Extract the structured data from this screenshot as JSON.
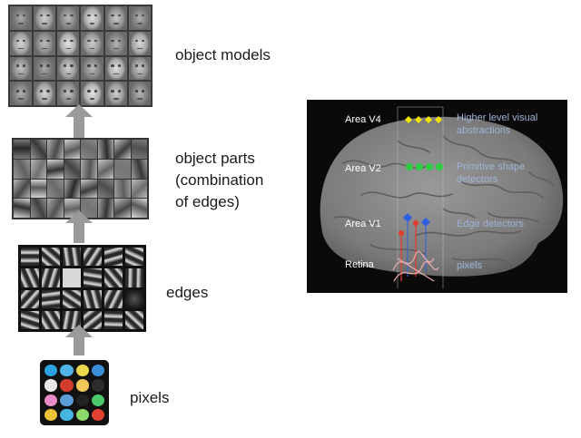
{
  "hierarchy": {
    "level_4": "object models",
    "level_3_line1": "object parts",
    "level_3_line2": "(combination",
    "level_3_line3": "of edges)",
    "level_2": "edges",
    "level_1": "pixels"
  },
  "brain": {
    "areas": [
      "Area V4",
      "Area V2",
      "Area V1",
      "Retina"
    ],
    "v4_desc_line1": "Higher level visual",
    "v4_desc_line2": "abstractions",
    "v2_desc_line1": "Primitive shape",
    "v2_desc_line2": "detectors",
    "v1_desc": "Edge detectors",
    "retina_desc": "pixels"
  },
  "colors": {
    "arrow": "#9a9a9a",
    "v4_dots": "#f2e600",
    "v2_dots": "#2ecc40",
    "v1_red": "#e23b2e",
    "v1_blue": "#2f5fe0",
    "brain": "#8a8a8a"
  },
  "icons": [
    "up-arrow-icon"
  ],
  "pixel_colors": [
    "#2aa3e0",
    "#4fb3e8",
    "#e8d84a",
    "#3b8fd6",
    "#e8e8e8",
    "#d23c2c",
    "#f0c85a",
    "#2d2d2d",
    "#e88ac8",
    "#5a9ed8",
    "#222222",
    "#4cc96a",
    "#ecc23a",
    "#46b6e0",
    "#8fd86a",
    "#e04030"
  ]
}
